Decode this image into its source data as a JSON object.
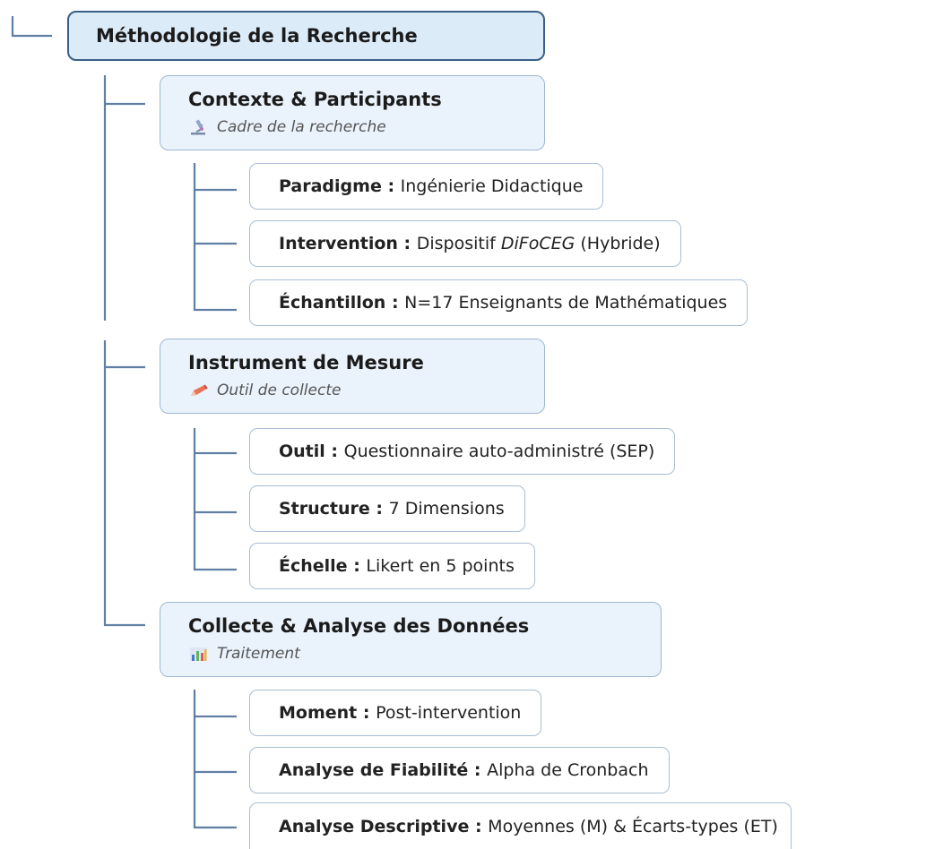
{
  "root": {
    "title": "Méthodologie de la Recherche"
  },
  "sections": [
    {
      "title": "Contexte & Participants",
      "subtitle": "Cadre de la recherche",
      "icon": "microscope-icon",
      "items": [
        {
          "key": "Paradigme",
          "sep": " : ",
          "pre": "Ingénierie Didactique",
          "em": "",
          "post": ""
        },
        {
          "key": "Intervention",
          "sep": " : ",
          "pre": "Dispositif ",
          "em": "DiFoCEG",
          "post": " (Hybride)"
        },
        {
          "key": "Échantillon",
          "sep": " : ",
          "pre": "N=17 Enseignants de Mathématiques",
          "em": "",
          "post": ""
        }
      ]
    },
    {
      "title": "Instrument de Mesure",
      "subtitle": "Outil de collecte",
      "icon": "pencil-icon",
      "items": [
        {
          "key": "Outil",
          "sep": " : ",
          "pre": "Questionnaire auto-administré (SEP)",
          "em": "",
          "post": ""
        },
        {
          "key": "Structure",
          "sep": " : ",
          "pre": "7 Dimensions",
          "em": "",
          "post": ""
        },
        {
          "key": "Échelle",
          "sep": " : ",
          "pre": "Likert en 5 points",
          "em": "",
          "post": ""
        }
      ]
    },
    {
      "title": "Collecte & Analyse des Données",
      "subtitle": "Traitement",
      "icon": "bar-chart-icon",
      "items": [
        {
          "key": "Moment",
          "sep": " : ",
          "pre": "Post-intervention",
          "em": "",
          "post": ""
        },
        {
          "key": "Analyse de Fiabilité",
          "sep": " : ",
          "pre": "Alpha de Cronbach",
          "em": "",
          "post": ""
        },
        {
          "key": "Analyse Descriptive",
          "sep": " : ",
          "pre": "Moyennes (M) & Écarts-types (ET)",
          "em": "",
          "post": ""
        }
      ]
    }
  ]
}
